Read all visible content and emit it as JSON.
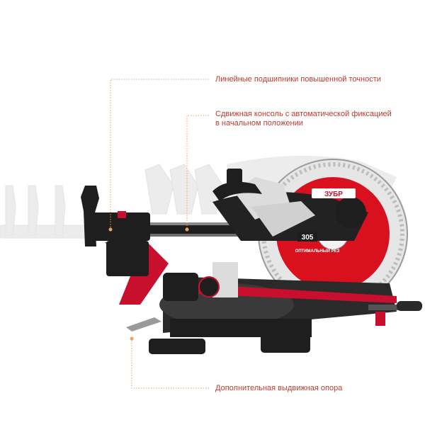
{
  "callouts": {
    "linear_bearings": "Линейные подшипники повышенной точности",
    "sliding_console_line1": "Сдвижная консоль с автоматической фиксацией",
    "sliding_console_line2": "в начальном положении",
    "extra_support": "Дополнительная выдвижная опора"
  },
  "product": {
    "brand_logo": "ЗУБР",
    "blade_size": "305",
    "blade_label": "ОПТИМАЛЬНЫЙ РЕЗ"
  },
  "colors": {
    "accent": "#c0392b",
    "leader_dot": "#e8a36a",
    "body_black": "#1e1e1e",
    "body_red": "#c8102e",
    "ghost": "#d8d8d8"
  }
}
